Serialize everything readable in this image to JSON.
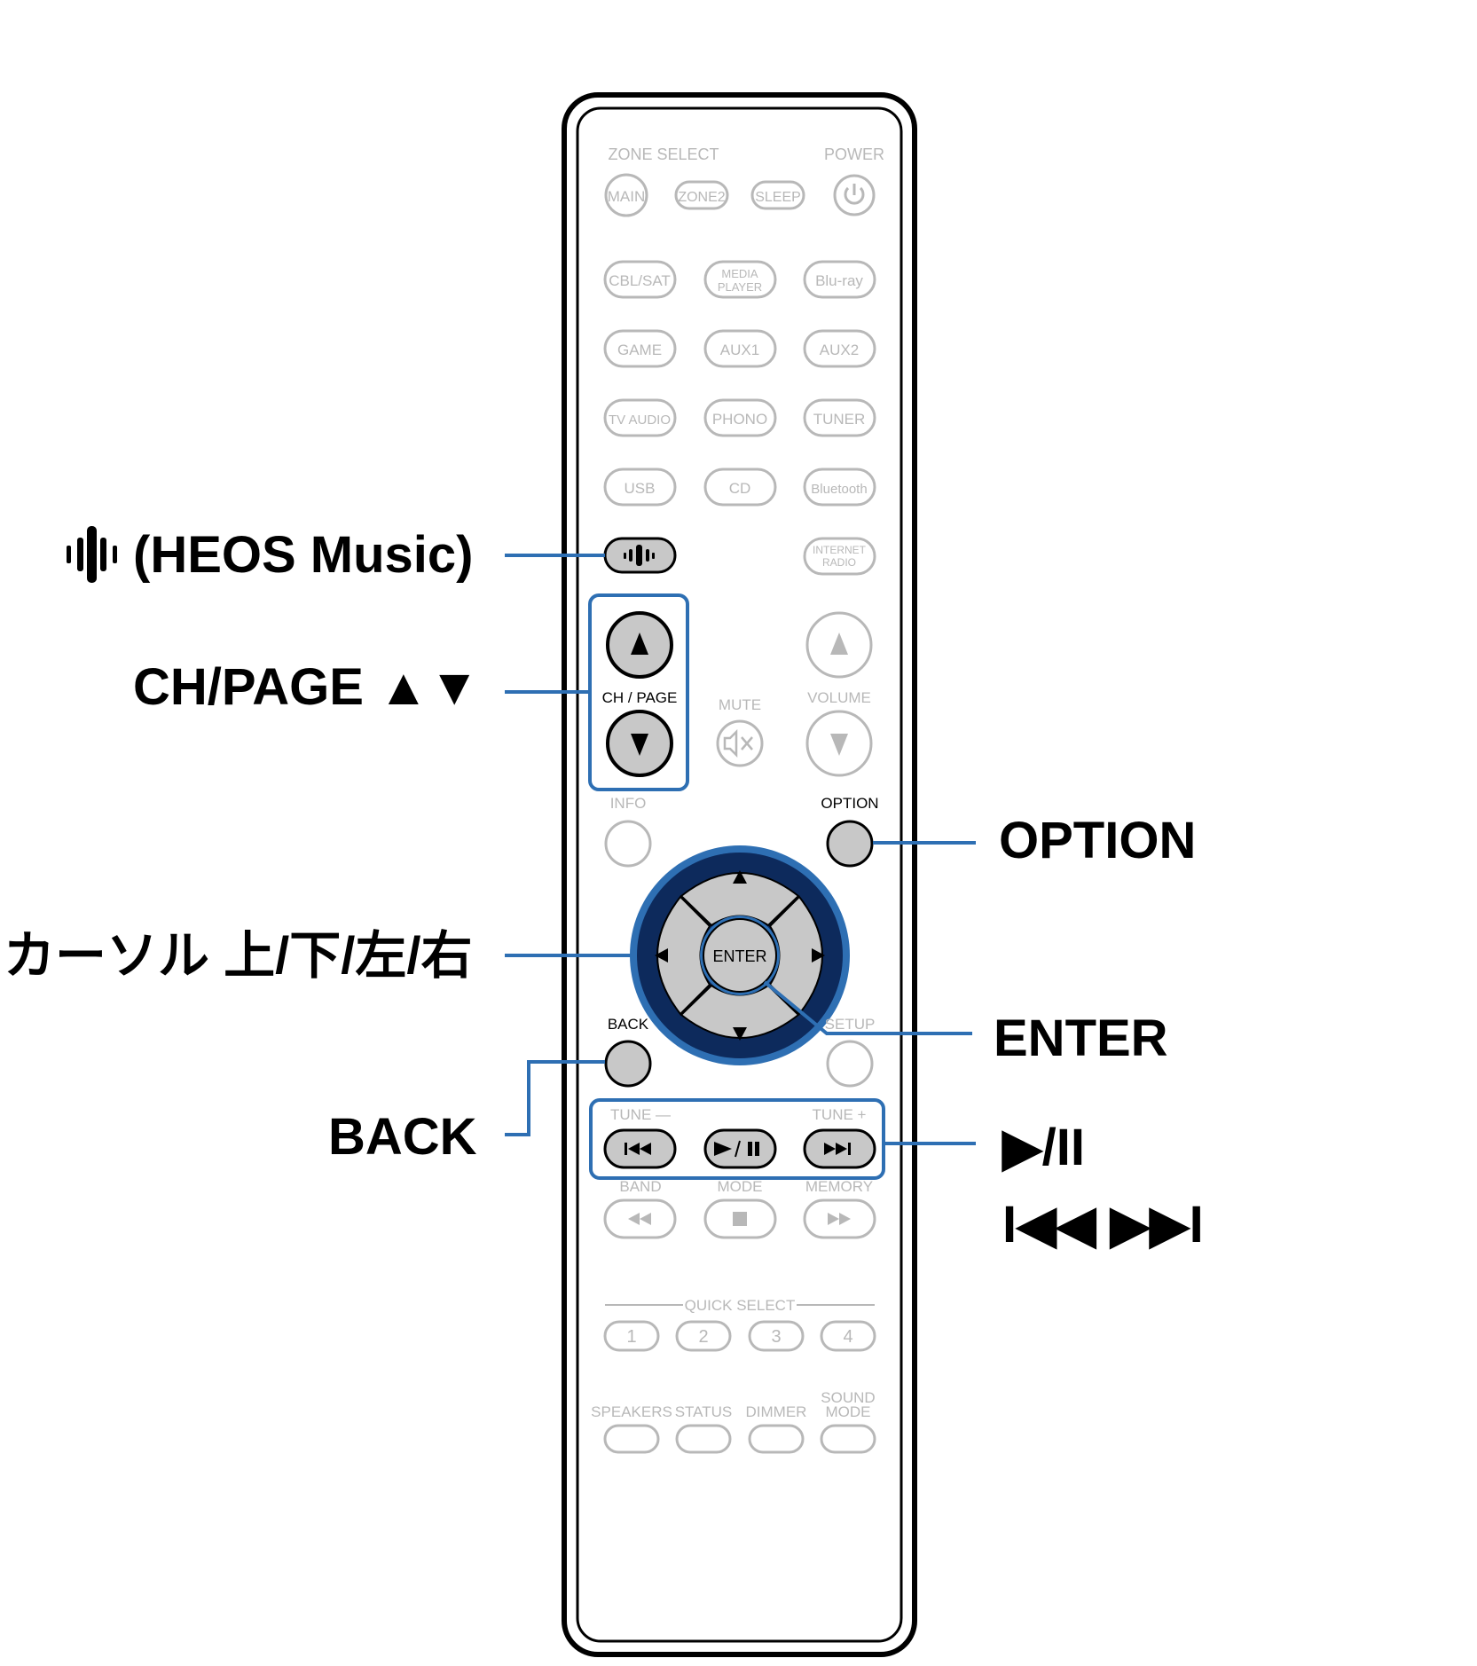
{
  "remote": {
    "header_left": "ZONE SELECT",
    "header_right": "POWER",
    "zone_buttons": [
      "MAIN",
      "ZONE2",
      "SLEEP"
    ],
    "input_rows": [
      [
        "CBL/SAT",
        "MEDIA PLAYER",
        "Blu-ray"
      ],
      [
        "GAME",
        "AUX1",
        "AUX2"
      ],
      [
        "TV AUDIO",
        "PHONO",
        "TUNER"
      ],
      [
        "USB",
        "CD",
        "Bluetooth"
      ]
    ],
    "media_player_line1": "MEDIA",
    "media_player_line2": "PLAYER",
    "internet_radio_line1": "INTERNET",
    "internet_radio_line2": "RADIO",
    "ch_page_label": "CH / PAGE",
    "mute_label": "MUTE",
    "volume_label": "VOLUME",
    "info_label": "INFO",
    "option_label": "OPTION",
    "enter_label": "ENTER",
    "back_label": "BACK",
    "setup_label": "SETUP",
    "tune_minus_label": "TUNE —",
    "tune_plus_label": "TUNE +",
    "band_label": "BAND",
    "mode_label": "MODE",
    "memory_label": "MEMORY",
    "quick_select_label": "QUICK SELECT",
    "quick_select_buttons": [
      "1",
      "2",
      "3",
      "4"
    ],
    "bottom_labels": [
      "SPEAKERS",
      "STATUS",
      "DIMMER"
    ],
    "sound_mode_line1": "SOUND",
    "sound_mode_line2": "MODE"
  },
  "callouts": {
    "heos": "(HEOS Music)",
    "ch_page": "CH/PAGE ▲▼",
    "option": "OPTION",
    "cursor": "カーソル 上/下/左/右",
    "enter": "ENTER",
    "back": "BACK",
    "play_pause": "▶/II",
    "skip": "I◀◀ ▶▶I"
  },
  "colors": {
    "highlight": "#2e6fb3",
    "outline_gray": "#b8b8b8",
    "active_fill": "#c8c8c8",
    "dpad_ring": "#0d2a5c"
  }
}
